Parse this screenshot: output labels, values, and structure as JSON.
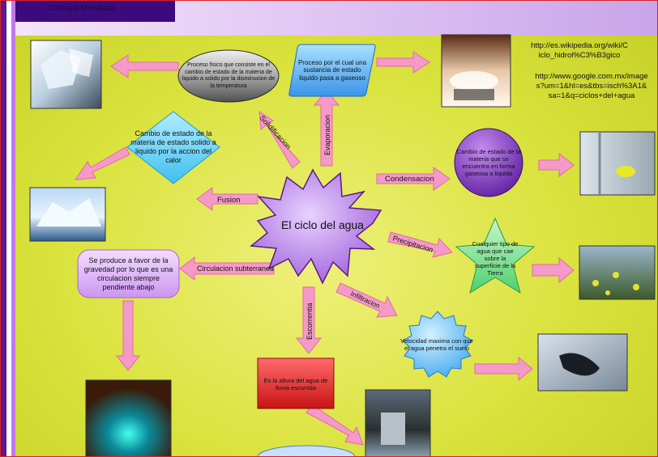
{
  "window": {
    "title": "Carbajal Mendoza"
  },
  "center": {
    "label": "El ciclo del agua"
  },
  "connectors": {
    "solidificacion": "Solidificacion",
    "evaporacion": "Evaporacion",
    "condensacion": "Condensacion",
    "fusion": "Fusion",
    "precipitacion": "Precipitacion",
    "circulacion": "Circulacion subterranea",
    "infiltracion": "Infiltracion",
    "escorrentia": "Escorrentia"
  },
  "nodes": {
    "solidificacion": "Proceso fisico que consiste en el cambio de estado de la materia de liquido a solido por la disminucion de la temperatura",
    "evaporacion": "Proceso por el cual una sustancia de estado liquido pasa a gaseoso",
    "fusion": "Cambio de estado de la materia de estado solido a liquido por la accion del calor",
    "condensacion": "Cambio de estado de la materia que se encuentra en forma gaseosa a liquida",
    "precipitacion": "Cualquier tipo de agua que cae sobre la superficie de la Tierra",
    "circulacion": "Se produce a favor de la gravedad por lo que es una circulacion siempre pendiente abajo",
    "infiltracion": "Velocidad maxima con que el agua penetra el suelo",
    "escorrentia": "Es la altura del agua de lluvia escurrida"
  },
  "links": {
    "wikipedia": "http://es.wikipedia.org/wiki/Ciclo_hidrol%C3%B3gico",
    "google": "http://www.google.com.mx/images?um=1&hl=es&tbs=isch%3A1&sa=1&q=ciclos+del+agua"
  },
  "photos": [
    "ice-cubes-photo",
    "steam-pot-photo",
    "window-droplets-photo",
    "iceberg-photo",
    "rain-plants-photo",
    "cave-lake-photo",
    "water-drop-photo",
    "dam-photo"
  ],
  "colors": {
    "arrow": "#f59ac8",
    "arrow_stroke": "#e06aa8",
    "star": "#9b59d8",
    "accent": "#3d0a7e"
  }
}
